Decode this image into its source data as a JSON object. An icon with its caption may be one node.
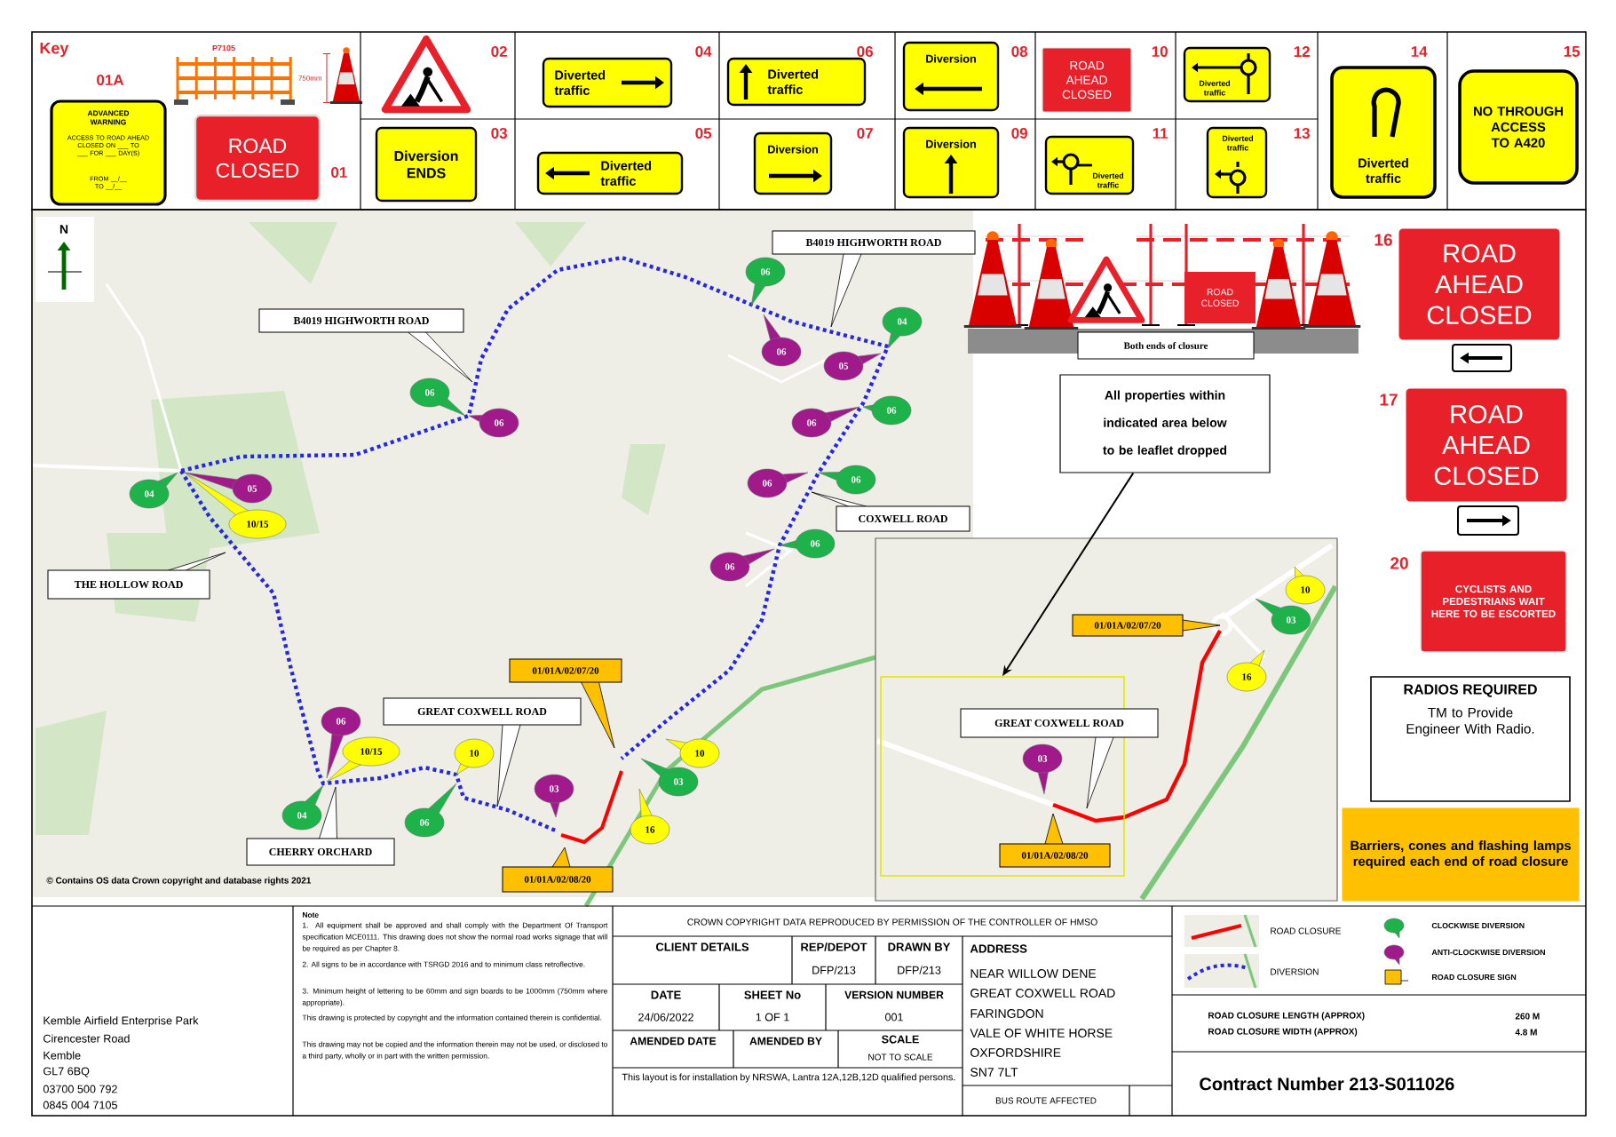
{
  "diagram": {
    "nodes": [
      {
        "text": [
          "ADVANCED WARNING",
          "ACCESS TO ROAD AHEAD CLOSED ON ___ TO ___ FOR ___ DAY(S)",
          "FROM __/__ TO __/__"
        ],
        "beside": [
          "01A"
        ]
      },
      {
        "text": [
          "ROAD CLOSED"
        ],
        "beside": [
          "01"
        ]
      },
      {
        "text": [],
        "shape": "picture",
        "beside": [
          "02"
        ]
      },
      {
        "text": [
          "Diversion ENDS"
        ],
        "beside": [
          "03"
        ]
      },
      {
        "text": [
          "Diverted traffic"
        ],
        "beside": [
          "04"
        ]
      },
      {
        "text": [
          "Diverted traffic"
        ],
        "beside": [
          "05"
        ]
      },
      {
        "text": [
          "Diverted traffic"
        ],
        "beside": [
          "06"
        ]
      },
      {
        "text": [
          "Diversion"
        ],
        "beside": [
          "07"
        ]
      },
      {
        "text": [
          "Diversion"
        ],
        "beside": [
          "08"
        ]
      },
      {
        "text": [
          "Diversion"
        ],
        "beside": [
          "09"
        ]
      },
      {
        "text": [
          "ROAD AHEAD CLOSED"
        ],
        "beside": [
          "10"
        ]
      },
      {
        "text": [
          "Diverted traffic"
        ],
        "beside": [
          "11"
        ]
      },
      {
        "text": [
          "Diverted traffic"
        ],
        "beside": [
          "12"
        ]
      },
      {
        "text": [
          "Diverted traffic"
        ],
        "beside": [
          "13"
        ]
      },
      {
        "text": [
          "Diverted traffic"
        ],
        "beside": [
          "14"
        ]
      },
      {
        "text": [
          "NO THROUGH ACCESS TO A420"
        ],
        "beside": [
          "15"
        ]
      },
      {
        "text": [
          "B4019 HIGHWORTH ROAD"
        ]
      },
      {
        "text": [
          "06"
        ]
      },
      {
        "text": [
          "06"
        ]
      },
      {
        "text": [
          "05"
        ]
      },
      {
        "text": [
          "04"
        ]
      },
      {
        "text": [
          "B4019 HIGHWORTH ROAD"
        ]
      },
      {
        "text": [
          "06"
        ]
      },
      {
        "text": [
          "06"
        ]
      },
      {
        "text": [
          "06"
        ]
      },
      {
        "text": [
          "06"
        ]
      },
      {
        "text": [
          "06"
        ]
      },
      {
        "text": [
          "06"
        ]
      },
      {
        "text": [
          "04"
        ]
      },
      {
        "text": [
          "05"
        ]
      },
      {
        "text": [
          "10/15"
        ]
      },
      {
        "text": [
          "COXWELL ROAD"
        ]
      },
      {
        "text": [
          "06"
        ]
      },
      {
        "text": [
          "06"
        ]
      },
      {
        "text": [
          "THE HOLLOW ROAD"
        ]
      },
      {
        "text": [
          "01/01A/02/07/20"
        ]
      },
      {
        "text": [
          "GREAT COXWELL ROAD"
        ]
      },
      {
        "text": [
          "06"
        ]
      },
      {
        "text": [
          "10/15"
        ]
      },
      {
        "text": [
          "10"
        ]
      },
      {
        "text": [
          "10"
        ]
      },
      {
        "text": [
          "03"
        ]
      },
      {
        "text": [
          "03"
        ]
      },
      {
        "text": [
          "04"
        ]
      },
      {
        "text": [
          "06"
        ]
      },
      {
        "text": [
          "16"
        ]
      },
      {
        "text": [
          "CHERRY ORCHARD"
        ]
      },
      {
        "text": [
          "01/01A/02/08/20"
        ]
      },
      {
        "text": [
          "Both ends of closure"
        ]
      },
      {
        "text": [
          "All properties within indicated area below to be leaflet dropped"
        ]
      },
      {
        "text": [
          "10"
        ]
      },
      {
        "text": [
          "01/01A/02/07/20"
        ]
      },
      {
        "text": [
          "03"
        ]
      },
      {
        "text": [
          "16"
        ]
      },
      {
        "text": [],
        "shape": "box"
      },
      {
        "text": [
          "GREAT COXWELL ROAD"
        ]
      },
      {
        "text": [
          "03"
        ],
        "in": 54
      },
      {
        "text": [
          "01/01A/02/08/20"
        ],
        "in": 54
      },
      {
        "text": [
          "ROAD AHEAD CLOSED"
        ],
        "beside": [
          "16"
        ]
      },
      {
        "text": [
          "ROAD AHEAD CLOSED"
        ],
        "beside": [
          "17"
        ]
      },
      {
        "text": [
          "CYCLISTS AND PEDESTRIANS WAIT HERE TO BE ESCORTED"
        ],
        "beside": [
          "20"
        ]
      },
      {
        "text": [
          "RADIOS REQUIRED",
          "TM to Provide Engineer With Radio."
        ]
      },
      {
        "text": [
          "Barriers, cones and flashing lamps required each end of road closure"
        ]
      }
    ],
    "edges": [
      {
        "from": 49,
        "to": 54,
        "arrow": "to"
      }
    ],
    "labels": [
      "Key",
      "P7105",
      "750mm",
      "N",
      "ROAD CLOSED",
      "© Contains OS data Crown copyright and database rights 2021",
      "Kemble Airfield Enterprise Park",
      "Cirencester Road",
      "Kemble",
      "GL7 6BQ",
      "03700 500 792",
      "0845 004 7105",
      "Note",
      "1. All equipment shall be approved and shall comply with the Department Of Transport specification MCE0111. This drawing does not show the normal road works signage that will be required as per Chapter 8.",
      "2. All signs to be in accordance with TSRGD 2016 and to minimum class retroflective.",
      "3. Minimum height of lettering to be 60mm and sign boards to be 1000mm (750mm where appropriate).",
      "This drawing is protected by copyright and the information contained therein is confidential.",
      "This drawing may not be copied and the information therein may not be used, or disclosed to a third party, wholly or in part with the written permission.",
      "CROWN COPYRIGHT DATA REPRODUCED BY PERMISSION OF THE CONTROLLER OF HMSO",
      "CLIENT DETAILS",
      "REP/DEPOT",
      "DRAWN BY",
      "DFP/213",
      "DFP/213",
      "DATE",
      "SHEET No",
      "VERSION NUMBER",
      "24/06/2022",
      "1 OF 1",
      "001",
      "AMENDED DATE",
      "AMENDED BY",
      "SCALE",
      "NOT TO SCALE",
      "This layout is for installation by NRSWA, Lantra 12A,12B,12D qualified persons.",
      "ADDRESS",
      "NEAR WILLOW DENE",
      "GREAT COXWELL ROAD",
      "FARINGDON",
      "VALE OF WHITE HORSE",
      "OXFORDSHIRE",
      "SN7 7LT",
      "BUS ROUTE AFFECTED",
      "ROAD CLOSURE LENGTH (APPROX)",
      "260 M",
      "ROAD CLOSURE WIDTH (APPROX)",
      "4.8 M",
      "Contract Number  213-S011026"
    ],
    "legend": [
      {
        "text": "ROAD CLOSURE"
      },
      {
        "text": "DIVERSION"
      },
      {
        "text": "CLOCKWISE DIVERSION",
        "color": "#1db34a"
      },
      {
        "text": "ANTI-CLOCKWISE DIVERSION",
        "color": "#a01a8c"
      },
      {
        "text": "ROAD CLOSURE SIGN",
        "color": "#ffc000"
      }
    ]
  }
}
